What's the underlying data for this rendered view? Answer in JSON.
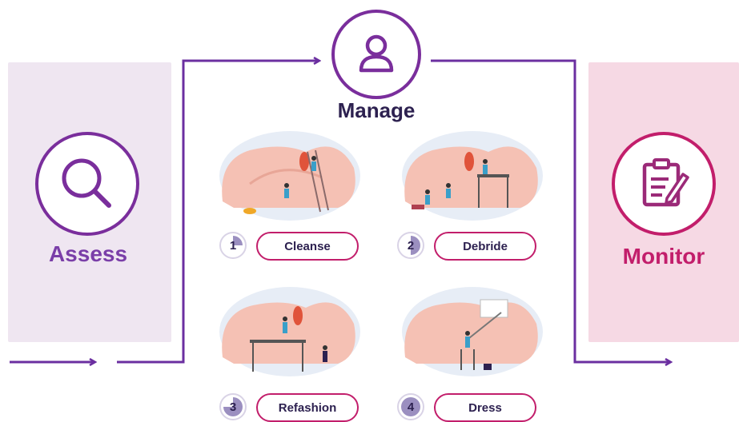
{
  "stages": {
    "assess": {
      "label": "Assess",
      "icon": "magnifier-icon"
    },
    "manage": {
      "label": "Manage",
      "icon": "person-icon"
    },
    "monitor": {
      "label": "Monitor",
      "icon": "clipboard-icon"
    }
  },
  "steps": [
    {
      "number": "1",
      "label": "Cleanse",
      "progress": 0.25
    },
    {
      "number": "2",
      "label": "Debride",
      "progress": 0.5
    },
    {
      "number": "3",
      "label": "Refashion",
      "progress": 0.75
    },
    {
      "number": "4",
      "label": "Dress",
      "progress": 1.0
    }
  ],
  "colors": {
    "purple": "#7a2e9c",
    "arrow": "#6b2fa0",
    "magenta": "#c21e6b",
    "navy": "#2d2150",
    "assess_bg": "#efe6f1",
    "monitor_bg": "#f6d9e4",
    "skin": "#f5c1b4",
    "teal": "#3a9fc9"
  }
}
